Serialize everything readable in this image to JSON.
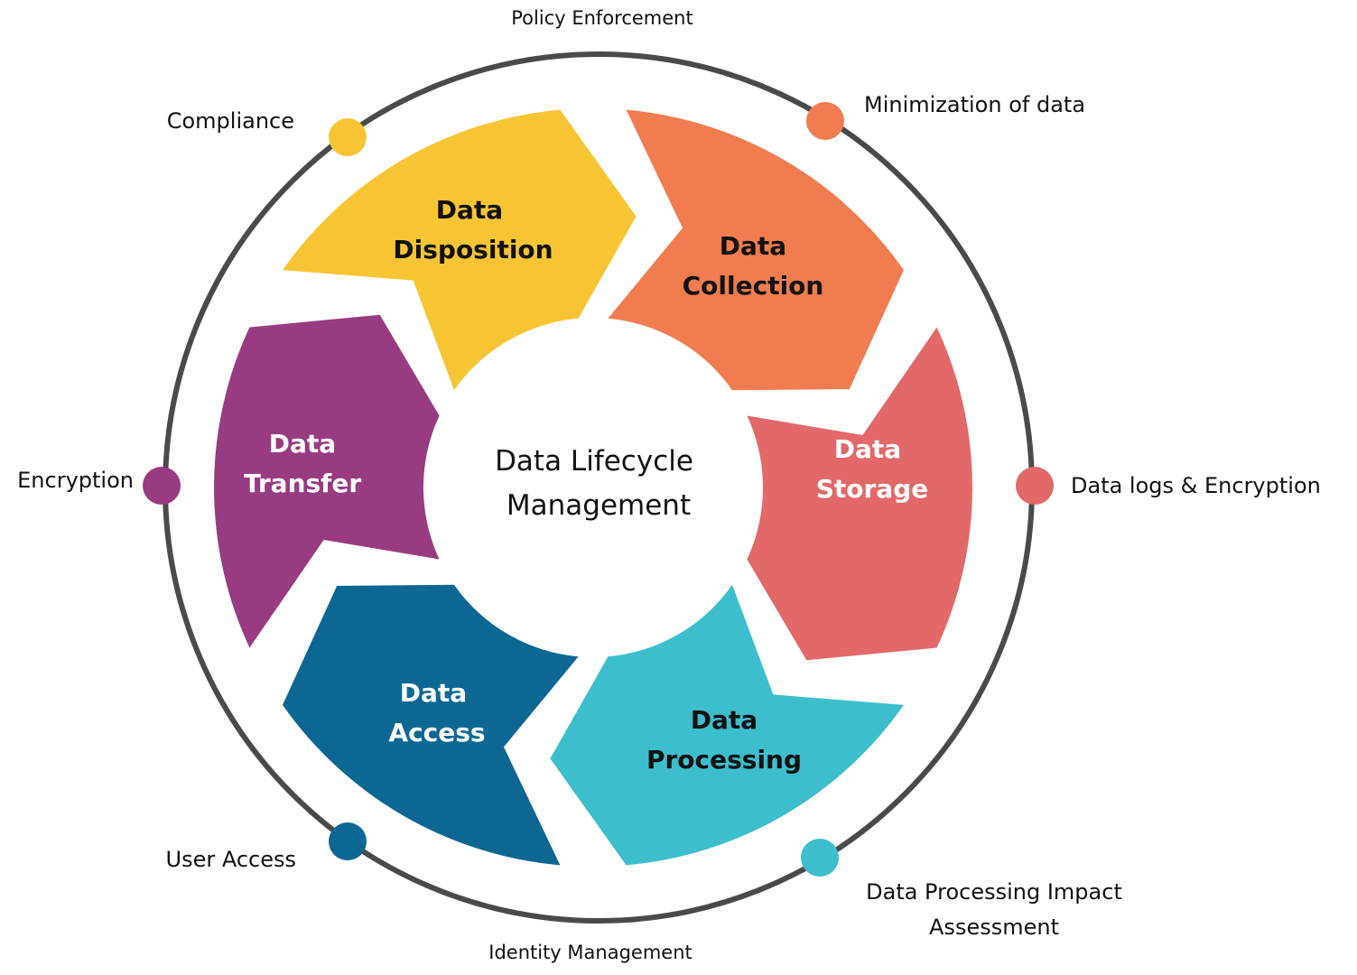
{
  "center_title": {
    "line1": "Data Lifecycle",
    "line2": "Management"
  },
  "stages": [
    {
      "id": "disposition",
      "line1": "Data",
      "line2": "Disposition",
      "color": "#F7C534",
      "text_color": "#111111"
    },
    {
      "id": "collection",
      "line1": "Data",
      "line2": "Collection",
      "color": "#F07C4F",
      "text_color": "#111111"
    },
    {
      "id": "storage",
      "line1": "Data",
      "line2": "Storage",
      "color": "#E2686A",
      "text_color": "#ffffff"
    },
    {
      "id": "processing",
      "line1": "Data",
      "line2": "Processing",
      "color": "#3CBECC",
      "text_color": "#111111"
    },
    {
      "id": "access",
      "line1": "Data",
      "line2": "Access",
      "color": "#0C6892",
      "text_color": "#ffffff"
    },
    {
      "id": "transfer",
      "line1": "Data",
      "line2": "Transfer",
      "color": "#983B81",
      "text_color": "#ffffff"
    }
  ],
  "ring": {
    "color": "#4a4a4a"
  },
  "outer_labels": {
    "policy_enforcement": "Policy Enforcement",
    "minimization": "Minimization of data",
    "compliance": "Compliance",
    "encryption": "Encryption",
    "data_logs": "Data logs & Encryption",
    "user_access": "User Access",
    "dpia_line1": "Data Processing Impact",
    "dpia_line2": "Assessment",
    "identity_management": "Identity Management"
  },
  "markers": [
    {
      "id": "compliance",
      "color": "#F7C534"
    },
    {
      "id": "minimization",
      "color": "#F07C4F"
    },
    {
      "id": "encryption",
      "color": "#983B81"
    },
    {
      "id": "data-logs",
      "color": "#E2686A"
    },
    {
      "id": "user-access",
      "color": "#0C6892"
    },
    {
      "id": "dpia",
      "color": "#3CBECC"
    }
  ]
}
